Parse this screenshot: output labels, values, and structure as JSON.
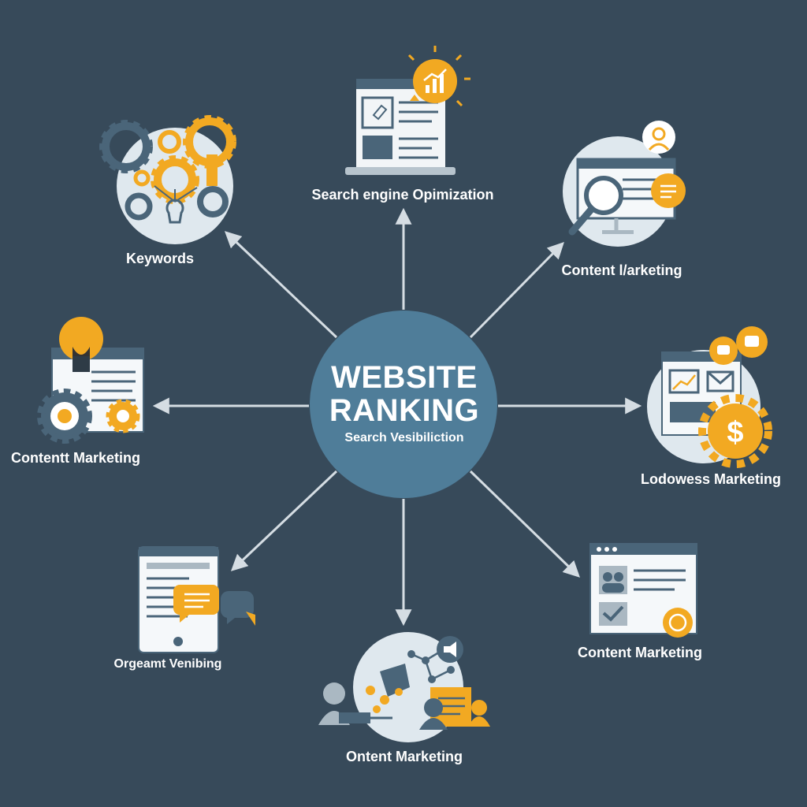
{
  "center": {
    "title_line1": "WEBSITE",
    "title_line2": "RANKING",
    "subtitle": "Search Vesibiliction"
  },
  "nodes": {
    "top": {
      "label": "Search engine Opimization",
      "icon": "laptop-chart-icon"
    },
    "top_right": {
      "label": "Content l/arketing",
      "icon": "monitor-magnifier-icon"
    },
    "right": {
      "label": "Lodowess Marketing",
      "icon": "browser-dollar-gear-icon"
    },
    "bottom_right": {
      "label": "Content Marketing",
      "icon": "browser-profile-icon"
    },
    "bottom": {
      "label": "Ontent Marketing",
      "icon": "team-network-icon"
    },
    "bottom_left": {
      "label": "Orgeamt Venibing",
      "icon": "tablet-chat-icon"
    },
    "left": {
      "label": "Contentt Marketing",
      "icon": "lightbulb-gears-icon"
    },
    "top_left": {
      "label": "Keywords",
      "icon": "gears-cluster-icon"
    }
  },
  "colors": {
    "background": "#374a5a",
    "hub": "#4f7d99",
    "accent": "#f2a922",
    "icon_dark": "#4a6579",
    "circle_bg": "#dfe8ee",
    "arrow": "#d5dde3"
  }
}
